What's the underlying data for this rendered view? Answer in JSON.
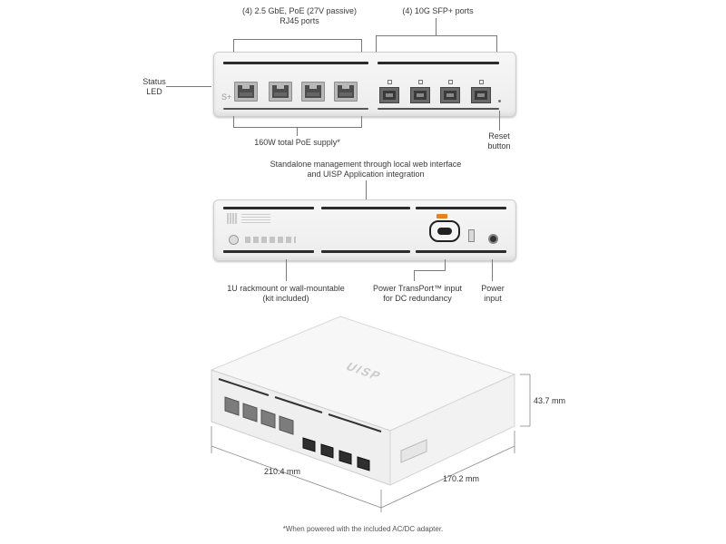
{
  "front_view": {
    "rj45_label": "(4) 2.5 GbE, PoE (27V passive)\nRJ45 ports",
    "sfp_label": "(4) 10G SFP+ ports",
    "status_led_label": "Status\nLED",
    "poe_supply_label": "160W total PoE supply*",
    "reset_label": "Reset\nbutton",
    "panel_logo": "S+"
  },
  "rear_view": {
    "management_label": "Standalone management through local web interface\nand UISP Application integration",
    "mount_label": "1U rackmount or wall-mountable\n(kit included)",
    "transport_label": "Power TransPort™ input\nfor DC redundancy",
    "power_input_label": "Power\ninput"
  },
  "perspective_view": {
    "brand_logo": "UISP",
    "height_dim": "43.7 mm",
    "width_dim": "210.4 mm",
    "depth_dim": "170.2 mm"
  },
  "footnote": "*When powered with the included AC/DC adapter.",
  "colors": {
    "accent_warning": "#e8821e",
    "vent_dark": "#2b2b2b"
  }
}
